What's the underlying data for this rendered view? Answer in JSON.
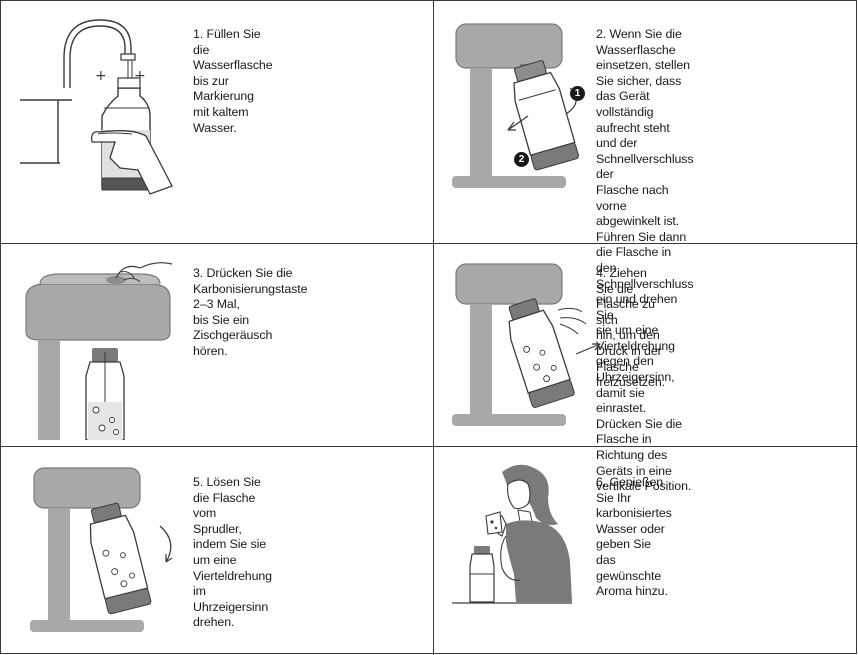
{
  "steps": [
    {
      "id": 1,
      "text": "1. Füllen Sie die Wasserflasche\nbis zur Markierung mit kaltem\nWasser."
    },
    {
      "id": 2,
      "text": "2. Wenn Sie die Wasserflasche\neinsetzen, stellen Sie sicher, dass\ndas Gerät vollständig aufrecht steht\nund der Schnellverschluss der\nFlasche nach vorne abgewinkelt ist.\nFühren Sie dann die Flasche in den\nSchnellverschluss ein und drehen Sie\nsie um eine Vierteldrehung gegen den\nUhrzeigersinn, damit sie einrastet.\nDrücken Sie die Flasche in Richtung des\nGeräts in eine vertikale Position."
    },
    {
      "id": 3,
      "text": "3. Drücken Sie die\nKarbonisierungstaste 2–3 Mal,\nbis Sie ein Zischgeräusch hören."
    },
    {
      "id": 4,
      "text": "4. Ziehen Sie die Flasche zu sich\nhin, um den Druck in der Flasche\nfreizusetzen."
    },
    {
      "id": 5,
      "text": "5. Lösen Sie die Flasche vom\nSprudler, indem Sie sie um eine\nVierteldrehung im Uhrzeigersinn\ndrehen."
    },
    {
      "id": 6,
      "text": "6. Genießen Sie Ihr karbonisiertes\nWasser oder geben Sie das\ngewünschte Aroma hinzu."
    }
  ],
  "badges": {
    "one": "1",
    "two": "2"
  },
  "colors": {
    "device": "#a9a9a9",
    "deviceDark": "#7a7a7a",
    "capDark": "#8c8c8c",
    "water": "#d9d9d9",
    "line": "#3a3a3a"
  }
}
